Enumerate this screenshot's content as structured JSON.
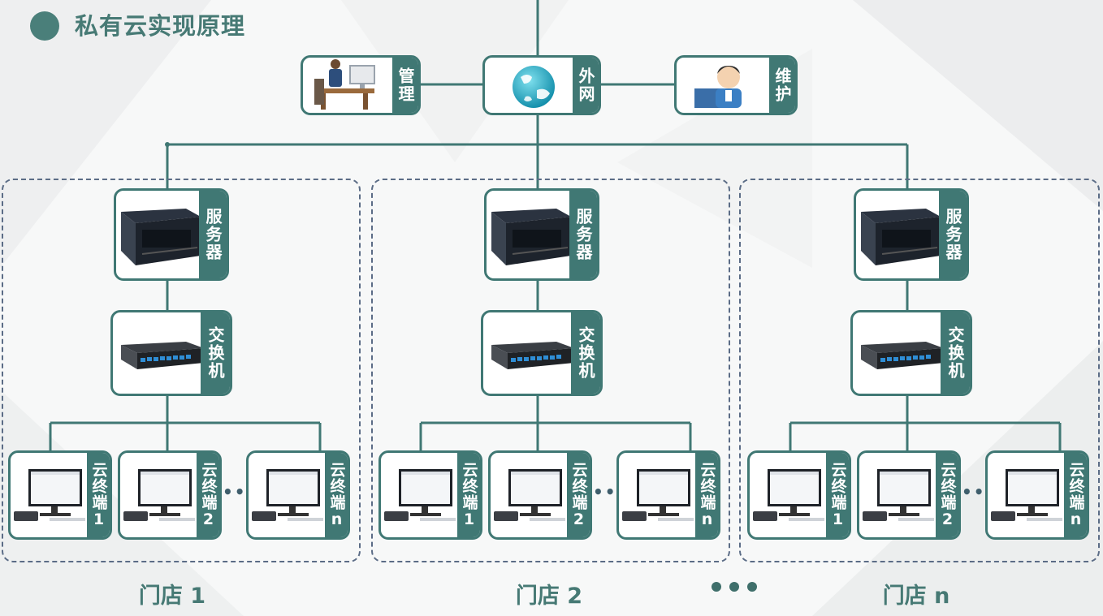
{
  "title": "私有云实现原理",
  "colors": {
    "accent": "#407874",
    "dash": "#5b6c86",
    "line": "#407874"
  },
  "top": {
    "internet": {
      "label": "外网",
      "icon": "globe-icon"
    },
    "manage": {
      "label": "管理",
      "icon": "desk-worker-icon"
    },
    "maintain": {
      "label": "维护",
      "icon": "support-agent-icon"
    }
  },
  "store_node_labels": {
    "server": "服务器",
    "switch": "交换机"
  },
  "stores": [
    {
      "label": "门店 1",
      "terminals": [
        "云终端1",
        "云终端2",
        "云终端n"
      ]
    },
    {
      "label": "门店 2",
      "terminals": [
        "云终端1",
        "云终端2",
        "云终端n"
      ]
    },
    {
      "label": "门店 n",
      "terminals": [
        "云终端1",
        "云终端2",
        "云终端n"
      ]
    }
  ],
  "terminal_ellipsis": "•••"
}
